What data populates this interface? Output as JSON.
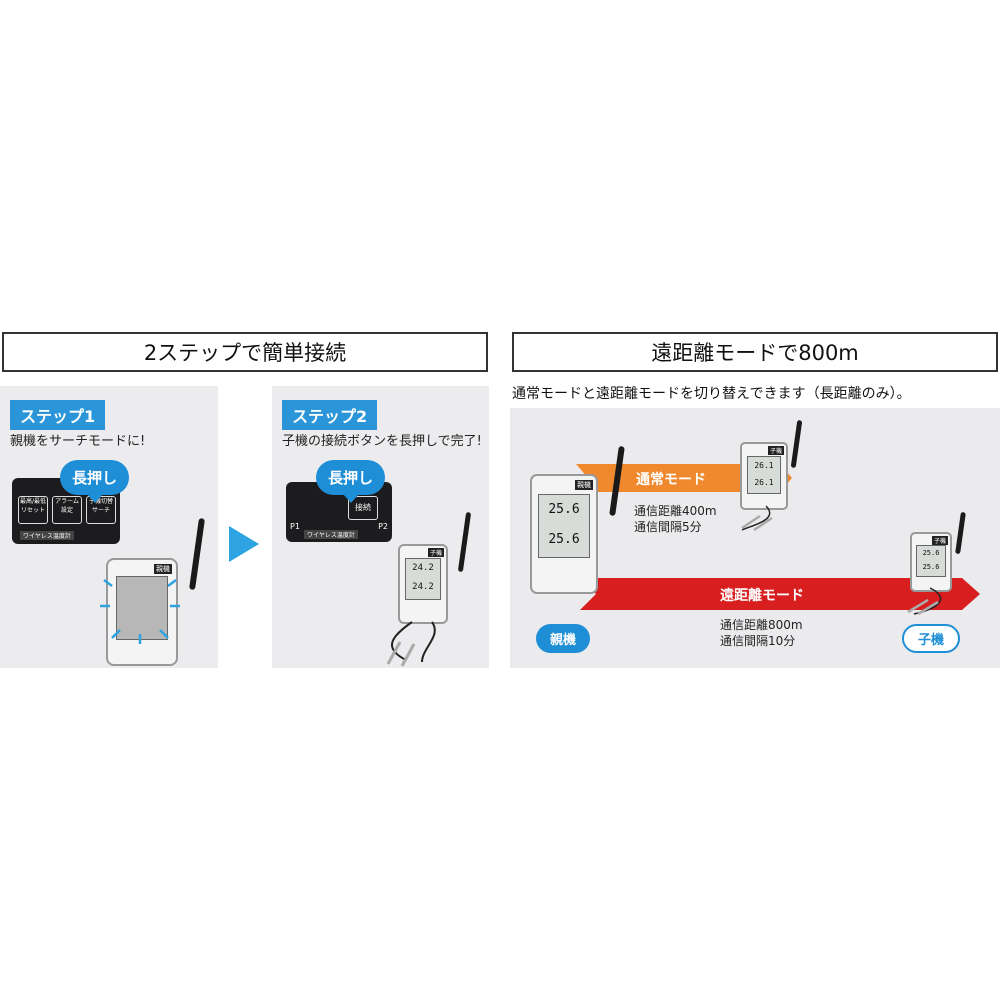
{
  "left_section": {
    "title": "2ステップで簡単接続",
    "step1": {
      "badge": "ステップ1",
      "description": "親機をサーチモードに!",
      "bubble": "長押し",
      "device_labels": {
        "btn1": "最高/最低",
        "btn2": "アラーム",
        "btn3": "子機切替",
        "btn1_sub": "リセット",
        "btn2_sub": "設定",
        "btn3_sub": "サーチ",
        "strip": "ワイヤレス温度計",
        "brand_tag": "親機"
      }
    },
    "step2": {
      "badge": "ステップ2",
      "description": "子機の接続ボタンを長押しで完了!",
      "bubble": "長押し",
      "device_labels": {
        "btn": "接続",
        "p1": "P1",
        "p2": "P2",
        "strip": "ワイヤレス温度計",
        "tag": "子機",
        "reading_top": "24.2",
        "reading_bottom": "24.2"
      }
    }
  },
  "right_section": {
    "title": "遠距離モードで800m",
    "description": "通常モードと遠距離モードを切り替えできます（長距離のみ）。",
    "normal_mode": {
      "label": "通常モード",
      "distance": "通信距離400m",
      "interval": "通信間隔5分"
    },
    "long_mode": {
      "label": "遠距離モード",
      "distance": "通信距離800m",
      "interval": "通信間隔10分"
    },
    "parent_label": "親機",
    "child_label": "子機",
    "parent_device": {
      "tag": "親機",
      "reading_top": "25.6",
      "reading_bottom": "25.6"
    },
    "child_device_1": {
      "tag": "子機",
      "reading_top": "26.1",
      "reading_bottom": "26.1"
    },
    "child_device_2": {
      "tag": "子機",
      "reading_top": "25.6",
      "reading_bottom": "25.6"
    }
  },
  "colors": {
    "accent_blue": "#1e8ed6",
    "normal_orange": "#f0892e",
    "long_red": "#d81e1e"
  }
}
